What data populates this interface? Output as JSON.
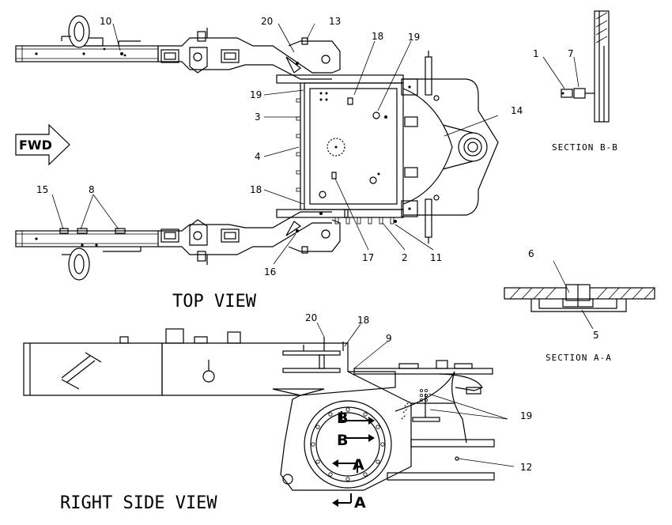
{
  "views": {
    "top_view": "TOP VIEW",
    "right_side_view": "RIGHT SIDE VIEW",
    "section_a": "SECTION A-A",
    "section_b": "SECTION B-B"
  },
  "fwd_label": "FWD",
  "section_markers": {
    "a": "A",
    "b": "B"
  },
  "callouts": {
    "c1": "1",
    "c2": "2",
    "c3": "3",
    "c4": "4",
    "c5": "5",
    "c6": "6",
    "c7": "7",
    "c8": "8",
    "c9": "9",
    "c10": "10",
    "c11": "11",
    "c12": "12",
    "c13": "13",
    "c14": "14",
    "c15": "15",
    "c16": "16",
    "c17": "17",
    "c18": "18",
    "c19": "19",
    "c20": "20"
  }
}
